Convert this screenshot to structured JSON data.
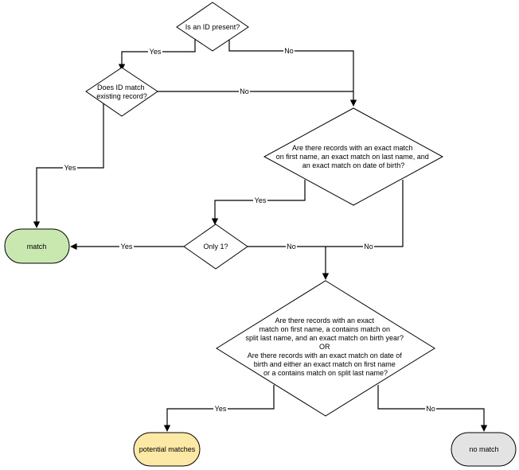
{
  "nodes": {
    "q_id_present": {
      "lines": [
        "Is an ID present?"
      ]
    },
    "q_id_match": {
      "lines": [
        "Does ID match",
        "existing record?"
      ]
    },
    "q_exact": {
      "lines": [
        "Are there records with an exact match",
        "on first name, an exact match on last name, and",
        "an exact match on date of birth?"
      ]
    },
    "q_only1": {
      "lines": [
        "Only 1?"
      ]
    },
    "q_contains": {
      "lines": [
        "Are there records with an exact",
        "match on first name, a contains match on",
        "split last name, and an exact match on birth year?",
        "OR",
        "Are there records with an exact match on date of",
        "birth and either an exact match on first name",
        "or a contains match on split last name?"
      ]
    },
    "t_match": {
      "label": "match"
    },
    "t_potential": {
      "label": "potential matches"
    },
    "t_nomatch": {
      "label": "no match"
    }
  },
  "edges": {
    "id_present_yes": "Yes",
    "id_present_no": "No",
    "id_match_yes": "Yes",
    "id_match_no": "No",
    "exact_yes": "Yes",
    "exact_no": "No",
    "only1_yes": "Yes",
    "only1_no": "No",
    "contains_yes": "Yes",
    "contains_no": "No"
  },
  "colors": {
    "match_fill": "#c9e8b0",
    "potential_fill": "#fde9a6",
    "nomatch_fill": "#e3e3e3",
    "line": "#000000"
  }
}
